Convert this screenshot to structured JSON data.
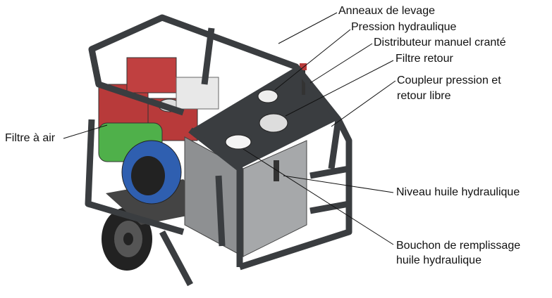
{
  "labels": {
    "lifting_rings": "Anneaux de levage",
    "pressure_gauge": "Pression hydraulique",
    "valve": "Distributeur manuel cranté",
    "return_filter": "Filtre retour",
    "coupler_line1": "Coupleur pression et",
    "coupler_line2": "retour libre",
    "air_filter": "Filtre à air",
    "oil_level": "Niveau huile hydraulique",
    "filler_line1": "Bouchon de remplissage",
    "filler_line2": "huile hydraulique"
  },
  "colors": {
    "engine_red": "#b83a3a",
    "engine_green": "#4fb04a",
    "engine_blue": "#2f5fb0",
    "frame": "#3a3d40",
    "tank": "#9a9c9e"
  }
}
